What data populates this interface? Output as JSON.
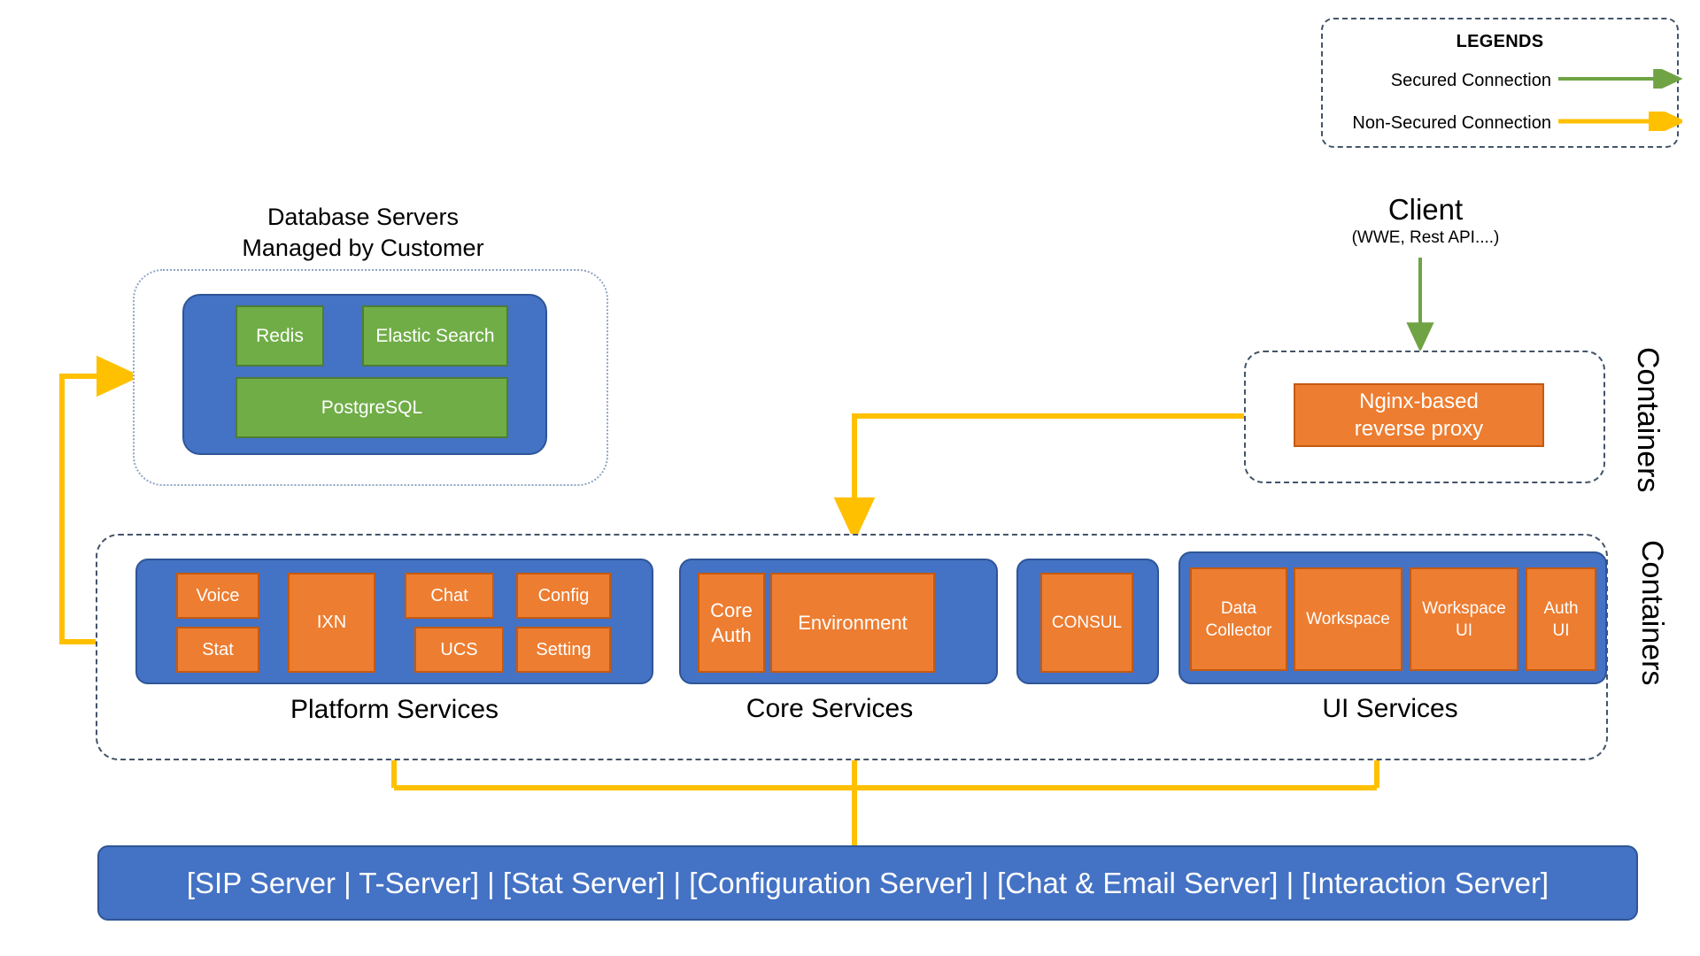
{
  "colors": {
    "blue_group": "#4472C4",
    "orange_service": "#ED7D31",
    "green_db": "#70AD47",
    "secured_arrow": "#70A344",
    "nonsecured_arrow": "#FFC000",
    "container_border": "#44546A"
  },
  "legend": {
    "title": "LEGENDS",
    "rows": [
      {
        "label": "Secured Connection",
        "arrow_color": "#70A344",
        "icon": "arrow-right-icon"
      },
      {
        "label": "Non-Secured Connection",
        "arrow_color": "#FFC000",
        "icon": "arrow-right-icon"
      }
    ]
  },
  "database": {
    "title_line1": "Database Servers",
    "title_line2": "Managed by Customer",
    "items": [
      {
        "label": "Redis"
      },
      {
        "label": "Elastic Search"
      },
      {
        "label": "PostgreSQL"
      }
    ]
  },
  "client": {
    "title": "Client",
    "subtitle": "(WWE, Rest API....)"
  },
  "proxy": {
    "label": "Nginx-based\nreverse proxy",
    "line1": "Nginx-based",
    "line2": "reverse proxy"
  },
  "containers_label_top": "Containers",
  "containers_label_bottom": "Containers",
  "services": {
    "platform": {
      "caption": "Platform Services",
      "items": [
        {
          "label": "Voice"
        },
        {
          "label": "Stat"
        },
        {
          "label": "IXN"
        },
        {
          "label": "Chat"
        },
        {
          "label": "UCS"
        },
        {
          "label": "Config"
        },
        {
          "label": "Setting"
        }
      ]
    },
    "core": {
      "caption": "Core Services",
      "items": [
        {
          "label": "Core\nAuth",
          "line1": "Core",
          "line2": "Auth"
        },
        {
          "label": "Environment"
        }
      ]
    },
    "consul": {
      "items": [
        {
          "label": "CONSUL"
        }
      ]
    },
    "ui": {
      "caption": "UI Services",
      "items": [
        {
          "label": "Data\nCollector",
          "line1": "Data",
          "line2": "Collector"
        },
        {
          "label": "Workspace"
        },
        {
          "label": "Workspace\nUI",
          "line1": "Workspace",
          "line2": "UI"
        },
        {
          "label": "Auth\nUI",
          "line1": "Auth",
          "line2": "UI"
        }
      ]
    }
  },
  "server_bar": {
    "label": "[SIP Server | T-Server] | [Stat Server] | [Configuration Server] | [Chat & Email Server] | [Interaction Server]"
  }
}
